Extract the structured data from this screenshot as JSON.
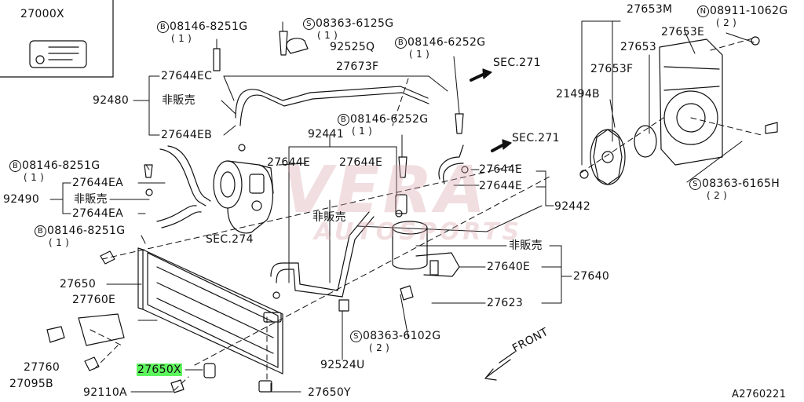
{
  "diagram": {
    "part_box": {
      "code": "27000X"
    },
    "labels": {
      "bolt_8251_top": {
        "prefix": "B",
        "code": "08146-8251G",
        "qty": "( 1 )"
      },
      "screw_6125": {
        "prefix": "S",
        "code": "08363-6125G",
        "qty": "( 1 )"
      },
      "clip_92525Q": "92525Q",
      "bolt_6252_top": {
        "prefix": "B",
        "code": "08146-6252G",
        "qty": "( 1 )"
      },
      "sec271_a": "SEC.271",
      "hose_27673F": "27673F",
      "hose_27644EC": "27644EC",
      "hose_92480": "92480",
      "not_sold_a": "非販売",
      "hose_27644EB": "27644EB",
      "bolt_6252_mid": {
        "prefix": "B",
        "code": "08146-6252G",
        "qty": "( 1 )"
      },
      "pipe_92441": "92441",
      "sec271_b": "SEC.271",
      "bolt_8251_left": {
        "prefix": "B",
        "code": "08146-8251G",
        "qty": "( 1 )"
      },
      "pipe_27644E_a": "27644E",
      "pipe_27644E_b": "27644E",
      "pipe_27644E_c": "27644E",
      "pipe_27644E_d": "27644E",
      "hose_27644EA_a": "27644EA",
      "not_sold_b": "非販売",
      "hose_92490": "92490",
      "hose_27644EA_b": "27644EA",
      "bolt_8251_low": {
        "prefix": "B",
        "code": "08146-8251G",
        "qty": "( 1 )"
      },
      "sec274": "SEC.274",
      "not_sold_c": "非販売",
      "pipe_92442": "92442",
      "not_sold_d": "非販売",
      "condenser_27650": "27650",
      "bracket_27760E": "27760E",
      "bracket_27640E": "27640E",
      "receiver_27640": "27640",
      "receiver_27623": "27623",
      "screw_6102": {
        "prefix": "S",
        "code": "08363-6102G",
        "qty": "( 2 )"
      },
      "bracket_27760": "27760",
      "bolt_27095B": "27095B",
      "clip_92524U": "92524U",
      "seal_27650X": "27650X",
      "bolt_92110A": "92110A",
      "seal_27650Y": "27650Y",
      "front": "FRONT",
      "fan_27653M": "27653M",
      "nut_0911": {
        "prefix": "N",
        "code": "08911-1062G",
        "qty": "( 2 )"
      },
      "fan_27653": "27653",
      "fan_27653E": "27653E",
      "fan_27653F": "27653F",
      "fan_21494B": "21494B",
      "screw_6165": {
        "prefix": "S",
        "code": "08363-6165H",
        "qty": "( 2 )"
      },
      "drawing_id": "A2760221"
    },
    "watermark": {
      "line1": "VERA",
      "line2": "AUTOSPORTS"
    }
  }
}
